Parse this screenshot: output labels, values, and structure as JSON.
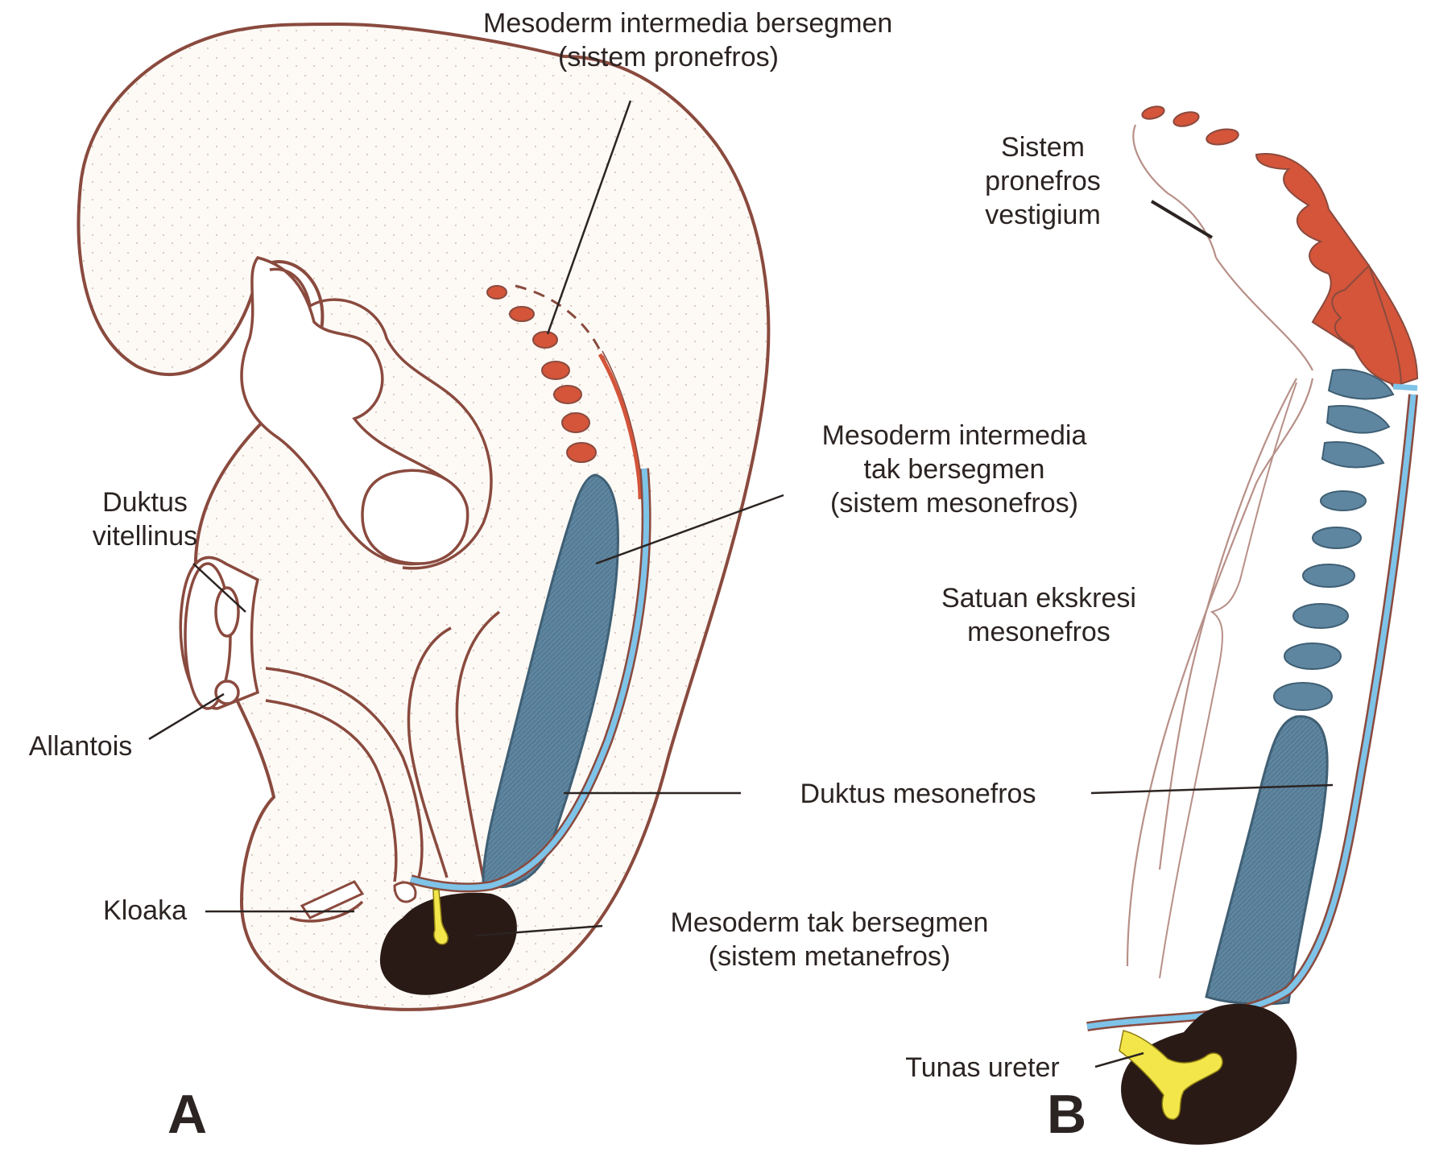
{
  "labels": {
    "pronefros_seg": [
      "Mesoderm intermedia bersegmen",
      "(sistem pronefros)"
    ],
    "pronefros_vest": [
      "Sistem",
      "pronefros",
      "vestigium"
    ],
    "mesonefros_seg": [
      "Mesoderm intermedia",
      "tak bersegmen",
      "(sistem mesonefros)"
    ],
    "duktus_vitellinus": [
      "Duktus",
      "vitellinus"
    ],
    "satuan": [
      "Satuan ekskresi",
      "mesonefros"
    ],
    "allantois": "Allantois",
    "duktus_mesonefros": "Duktus mesonefros",
    "kloaka": "Kloaka",
    "metanefros": [
      "Mesoderm tak bersegmen",
      "(sistem metanefros)"
    ],
    "tunas_ureter": "Tunas ureter",
    "panel_a": "A",
    "panel_b": "B"
  },
  "colors": {
    "outline": "#8a4a3e",
    "stipple": "#fbf7f2",
    "pronefros": "#d4553a",
    "mesonefros": "#5f86a0",
    "duct": "#7ec3e8",
    "metanefros": "#2a1a16",
    "ureter": "#f2e64a",
    "leader": "#2b2422"
  }
}
